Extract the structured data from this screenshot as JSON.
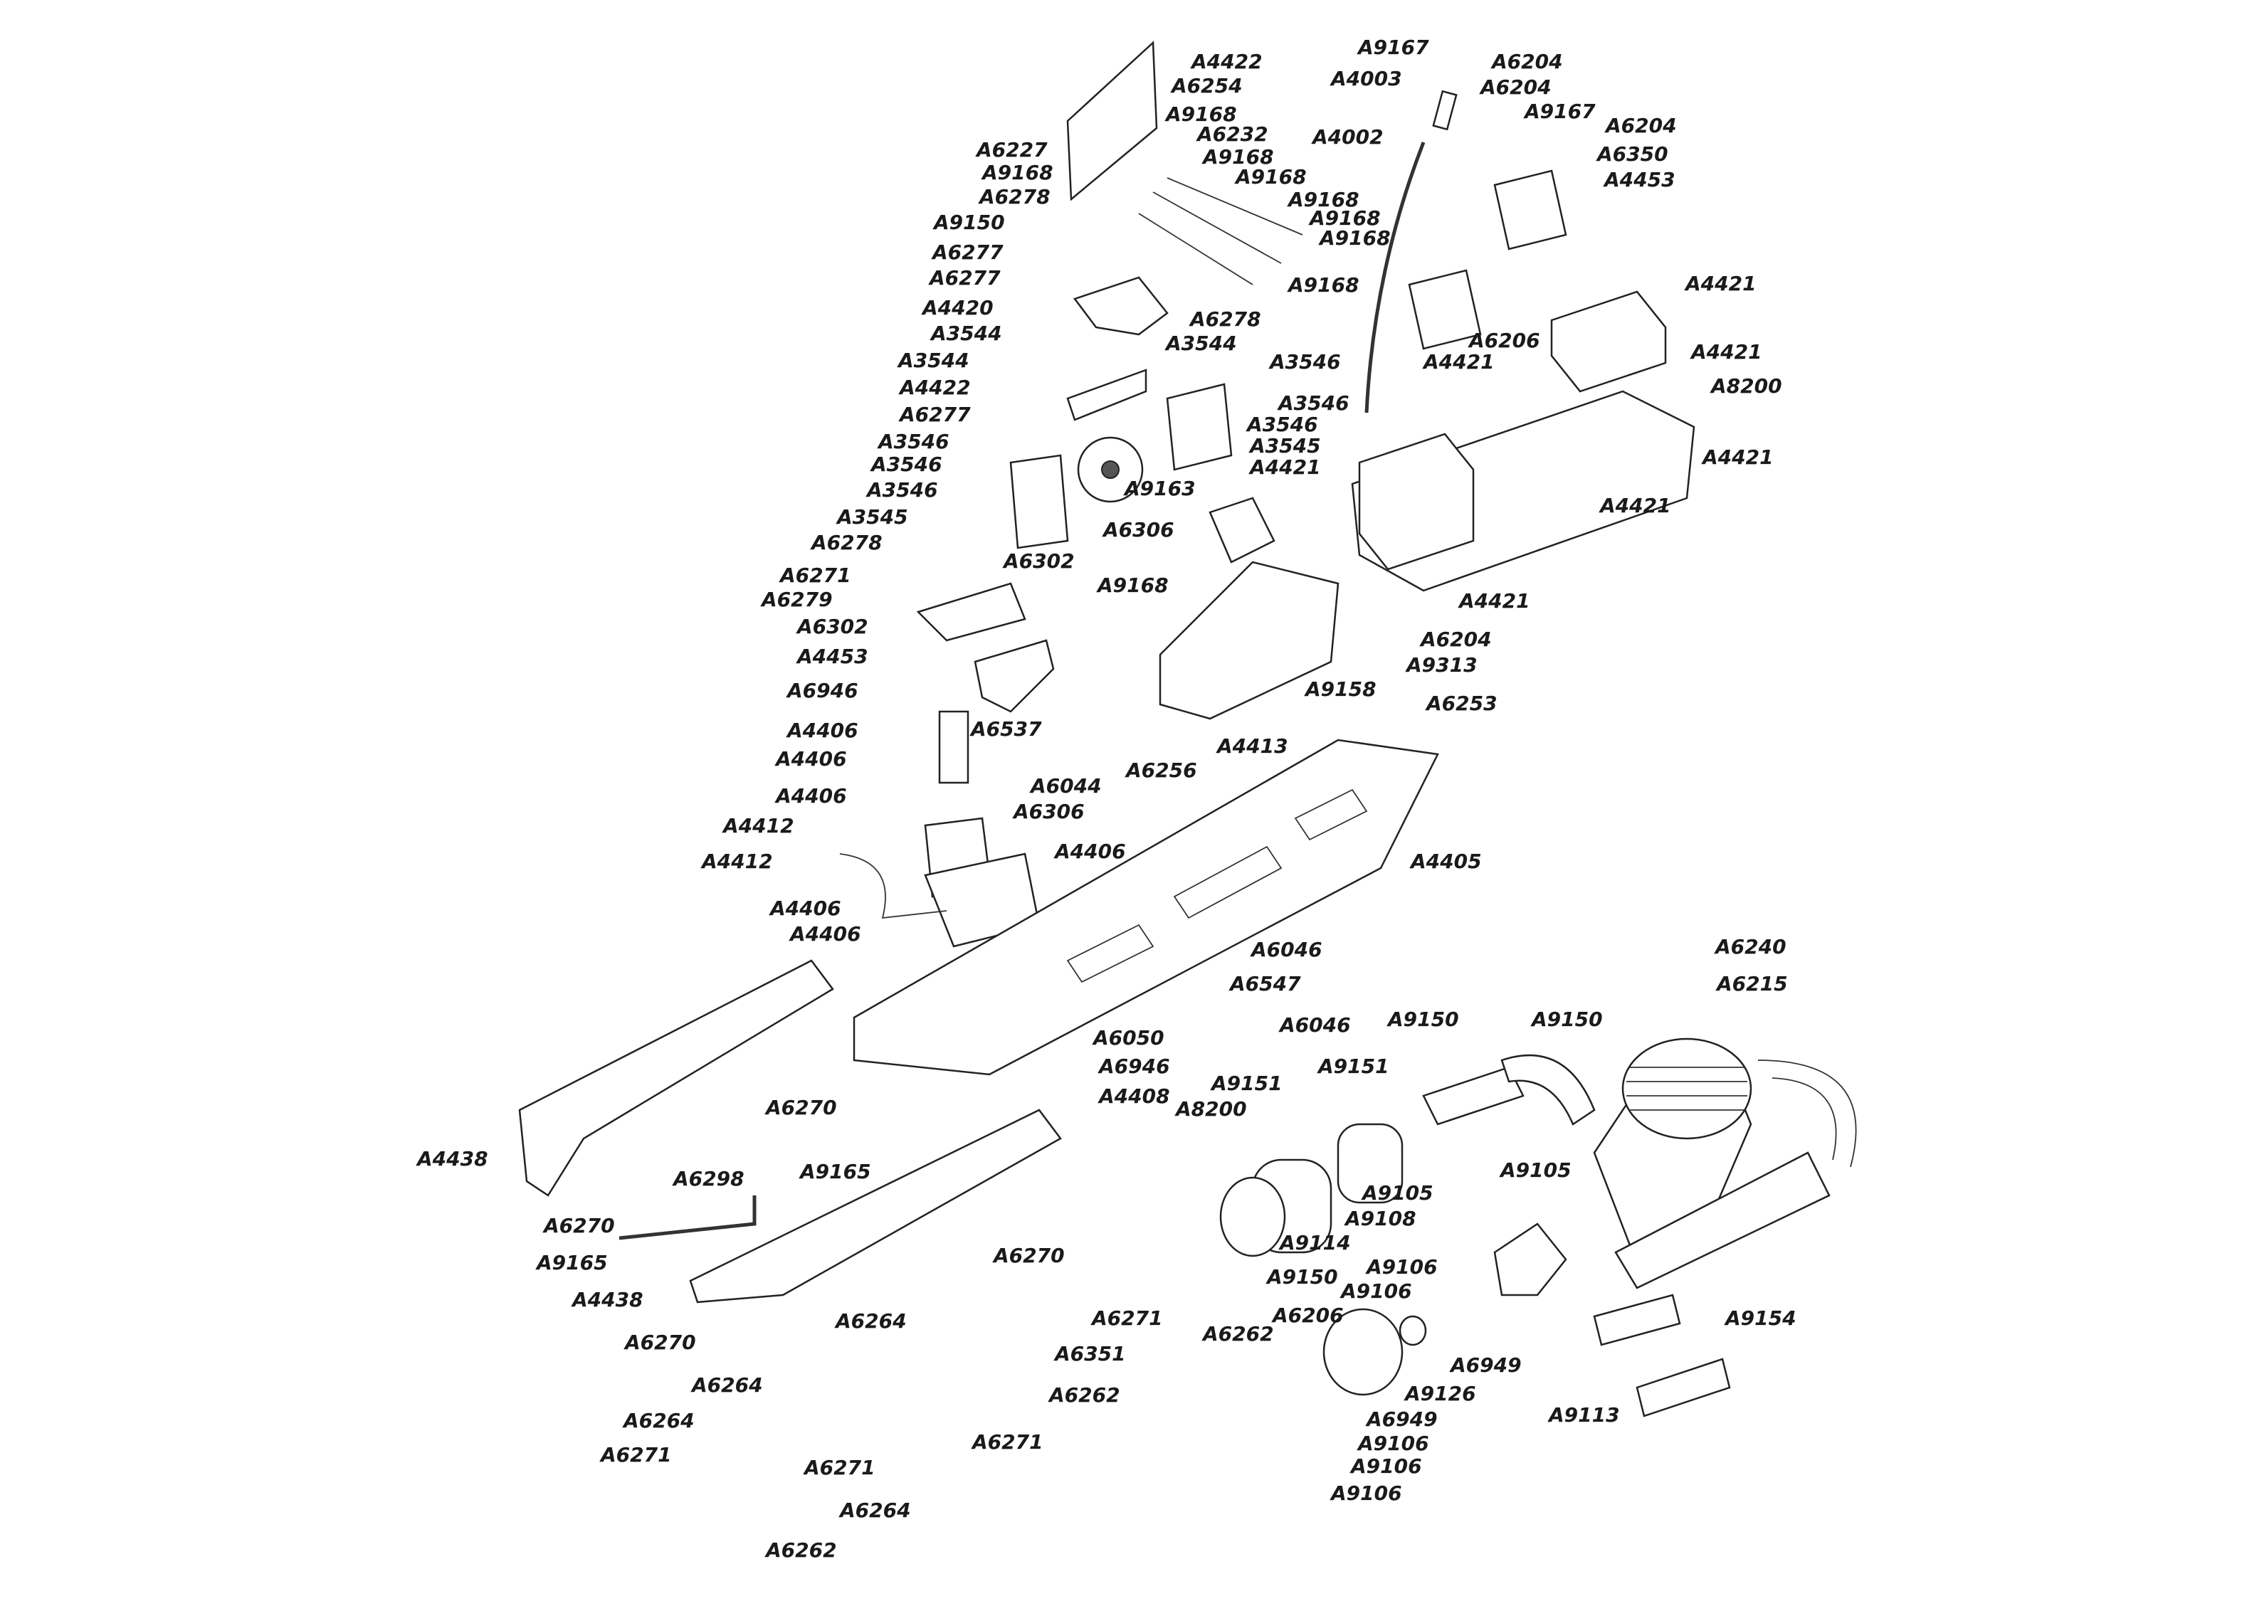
{
  "diagram": {
    "type": "exploded parts diagram",
    "labels": [
      "A4422",
      "A6254",
      "A9168",
      "A6232",
      "A9168",
      "A9168",
      "A9168",
      "A9168",
      "A9168",
      "A9168",
      "A6278",
      "A3544",
      "A3546",
      "A3546",
      "A3546",
      "A3545",
      "A4421",
      "A9163",
      "A6227",
      "A9168",
      "A6278",
      "A9150",
      "A6277",
      "A6277",
      "A4420",
      "A3544",
      "A3544",
      "A4422",
      "A6277",
      "A3546",
      "A3546",
      "A3546",
      "A3545",
      "A6278",
      "A6306",
      "A6302",
      "A6271",
      "A6279",
      "A9168",
      "A6302",
      "A4453",
      "A6946",
      "A4406",
      "A6537",
      "A6256",
      "A4406",
      "A6044",
      "A4406",
      "A6306",
      "A4412",
      "A4406",
      "A4412",
      "A4406",
      "A4406",
      "A6046",
      "A6547",
      "A6050",
      "A6946",
      "A4408",
      "A4413",
      "A9158",
      "A9313",
      "A6204",
      "A4421",
      "A4405",
      "A6253",
      "A9167",
      "A4003",
      "A4002",
      "A6204",
      "A6204",
      "A9167",
      "A6204",
      "A6350",
      "A4453",
      "A4421",
      "A4421",
      "A8200",
      "A4421",
      "A4421",
      "A6206",
      "A4421",
      "A6240",
      "A6215",
      "A9150",
      "A9150",
      "A6046",
      "A9151",
      "A9151",
      "A8200",
      "A4438",
      "A6270",
      "A6298",
      "A9165",
      "A6270",
      "A9165",
      "A4438",
      "A6270",
      "A6270",
      "A6264",
      "A6271",
      "A6351",
      "A6262",
      "A6262",
      "A6264",
      "A6271",
      "A6264",
      "A6271",
      "A6271",
      "A6264",
      "A6262",
      "A9150",
      "A6206",
      "A9105",
      "A9105",
      "A9108",
      "A9114",
      "A9106",
      "A9106",
      "A6949",
      "A9126",
      "A6949",
      "A9106",
      "A9106",
      "A9106",
      "A9113",
      "A9154"
    ]
  }
}
